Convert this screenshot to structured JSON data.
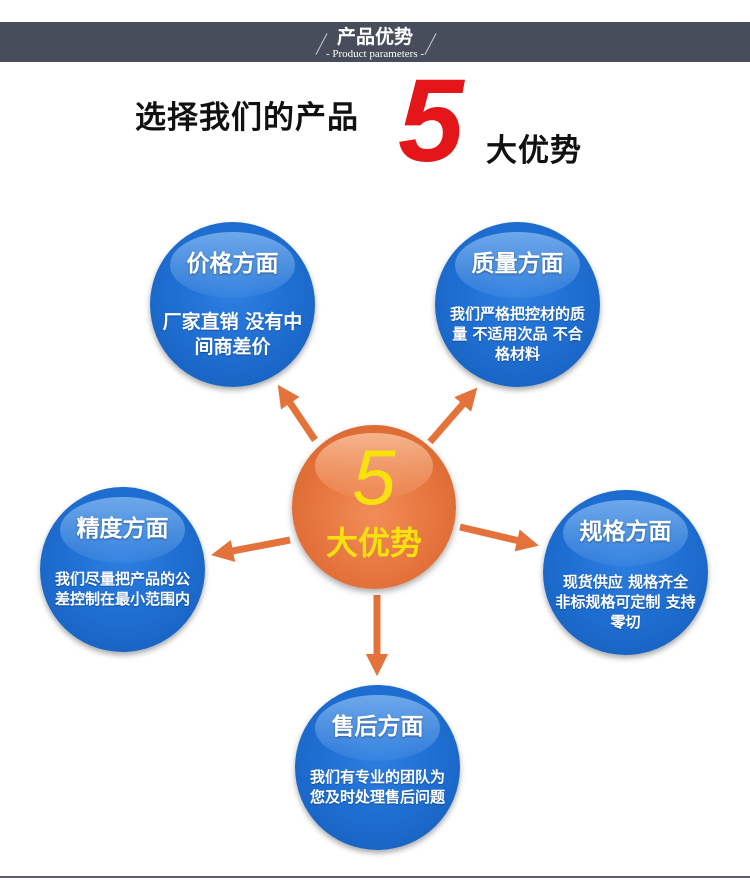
{
  "header": {
    "title": "产品优势",
    "subtitle": "- Product parameters -"
  },
  "headline": {
    "prefix": "选择我们的产品",
    "number": "5",
    "suffix": "大优势"
  },
  "center": {
    "number": "5",
    "label": "大优势"
  },
  "advantages": [
    {
      "title": "价格方面",
      "desc": "厂家直销 没有中间商差价"
    },
    {
      "title": "质量方面",
      "desc": "我们严格把控材的质量 不适用次品 不合格材料"
    },
    {
      "title": "精度方面",
      "desc": "我们尽量把产品的公差控制在最小范围内"
    },
    {
      "title": "规格方面",
      "desc": "现货供应 规格齐全 非标规格可定制 支持零切"
    },
    {
      "title": "售后方面",
      "desc": "我们有专业的团队为您及时处理售后问题"
    }
  ],
  "colors": {
    "header_bar": "#474d5b",
    "circle_blue": "#1f6fd3",
    "center_orange": "#e4733b",
    "arrow": "#e4733b",
    "accent_red": "#e4161a",
    "center_text": "#f7e20e"
  }
}
